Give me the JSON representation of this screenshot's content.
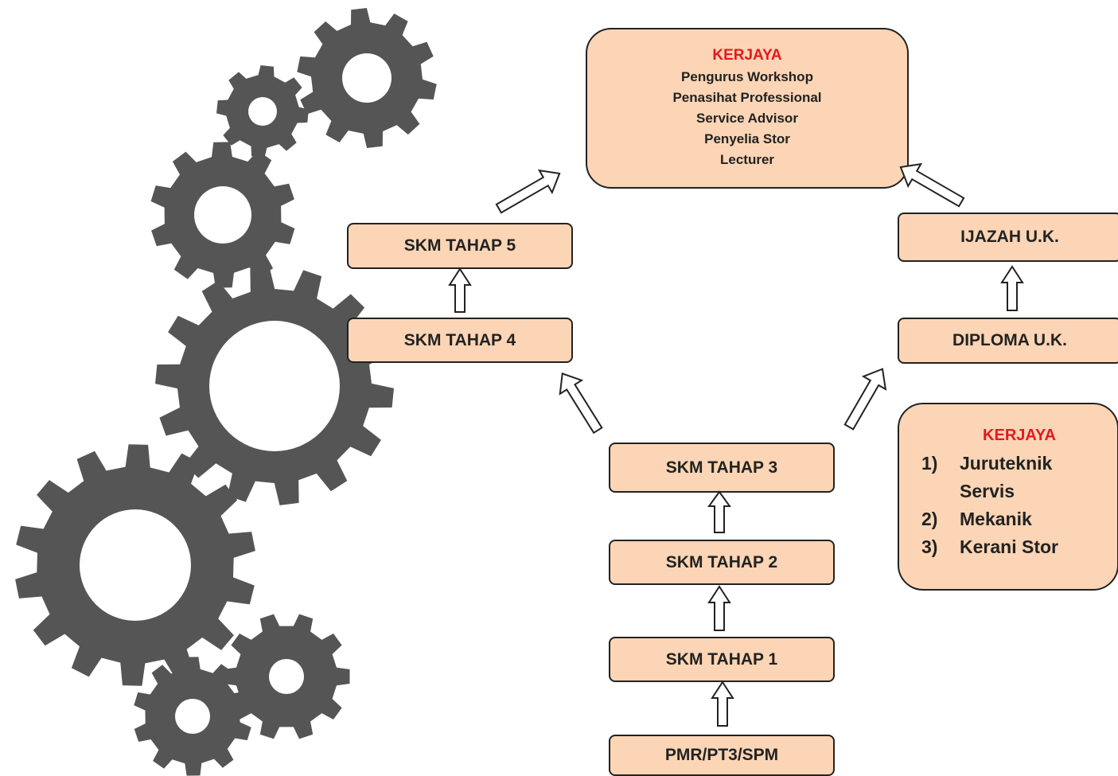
{
  "career_top": {
    "title": "KERJAYA",
    "items": [
      "Pengurus Workshop",
      "Penasihat Professional",
      "Service Advisor",
      "Penyelia Stor",
      "Lecturer"
    ]
  },
  "career_right": {
    "title": "KERJAYA",
    "items": [
      {
        "num": "1)",
        "text": "Juruteknik Servis"
      },
      {
        "num": "2)",
        "text": "Mekanik"
      },
      {
        "num": "3)",
        "text": "Kerani Stor"
      }
    ]
  },
  "boxes": {
    "skm5": "SKM TAHAP 5",
    "skm4": "SKM TAHAP 4",
    "skm3": "SKM TAHAP 3",
    "skm2": "SKM TAHAP 2",
    "skm1": "SKM TAHAP 1",
    "entry": "PMR/PT3/SPM",
    "ijazah": "IJAZAH U.K.",
    "diploma": "DIPLOMA U.K."
  },
  "colors": {
    "box_fill": "#fbd5b5",
    "title_red": "#e5181f",
    "gear": "#555555"
  }
}
